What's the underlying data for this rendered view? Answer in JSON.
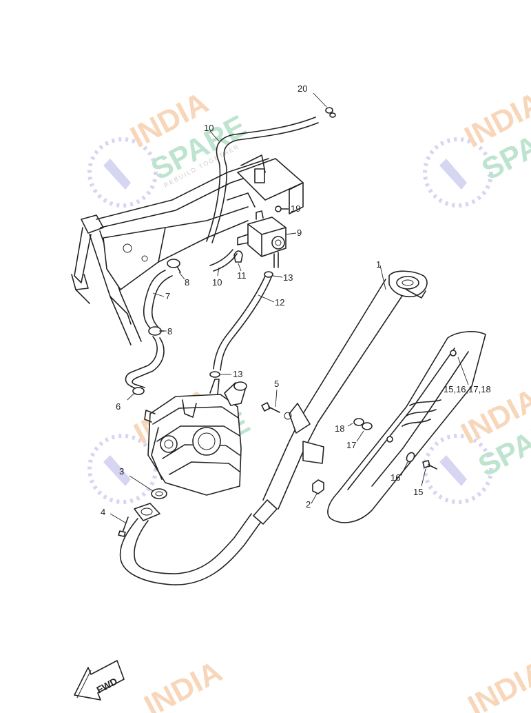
{
  "callouts": {
    "c1": "1",
    "c2": "2",
    "c3": "3",
    "c4": "4",
    "c5": "5",
    "c6": "6",
    "c7": "7",
    "c8a": "8",
    "c8b": "8",
    "c9": "9",
    "c10a": "10",
    "c10b": "10",
    "c11": "11",
    "c12": "12",
    "c13a": "13",
    "c13b": "13",
    "c15": "15",
    "c15group": "15,16,17,18",
    "c16": "16",
    "c17": "17",
    "c18": "18",
    "c19": "19",
    "c20": "20"
  },
  "fwd_label": "FWD",
  "watermark": {
    "line1": "INDIA",
    "line2": "SPARE",
    "tagline": "REBUILD TOGETHER",
    "colors": {
      "india": "#f6c9a3",
      "spare": "#a9dcc0",
      "icon": "#c9c8ee"
    }
  }
}
